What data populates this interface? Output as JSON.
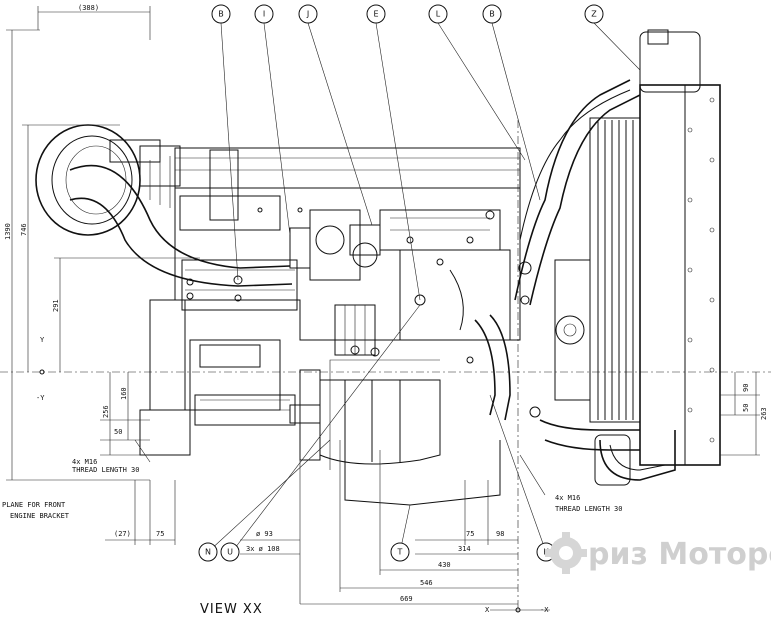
{
  "callouts": [
    "B",
    "I",
    "J",
    "E",
    "L",
    "B",
    "Z",
    "N",
    "U",
    "T",
    "K"
  ],
  "dimensions": {
    "top_ref": "(388)",
    "h1390": "1390",
    "h746": "746",
    "h291": "291",
    "h256": "256",
    "h160": "160",
    "h50_left": "50",
    "h90_right": "90",
    "h50_right": "50",
    "h263": "263",
    "d27": "(27)",
    "d75_left": "75",
    "d93": "ø 93",
    "d3x108": "3x ø 108",
    "d75_right": "75",
    "d98": "98",
    "d314": "314",
    "d430": "430",
    "d546": "546",
    "d669": "669"
  },
  "axis": {
    "y_plus": "Y",
    "y_minus": "-Y",
    "x_minus": "X",
    "x_plus": "-X"
  },
  "notes": {
    "m16_left_line1": "4x M16",
    "m16_left_line2": "THREAD LENGTH 30",
    "m16_right_line1": "4x M16",
    "m16_right_line2": "THREAD LENGTH 30",
    "plane_line1": "PLANE FOR FRONT",
    "plane_line2": "ENGINE BRACKET"
  },
  "view_title": "VIEW XX",
  "watermark": "риз Моторс"
}
